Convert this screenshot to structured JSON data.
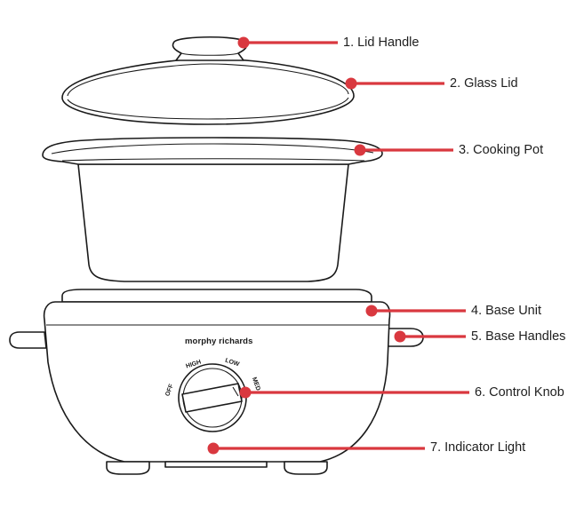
{
  "diagram": {
    "brand": "morphy richards",
    "dial": {
      "off": "OFF",
      "high": "HIGH",
      "low": "LOW",
      "med": "MED"
    },
    "parts": [
      {
        "number": 1,
        "label": "1. Lid Handle"
      },
      {
        "number": 2,
        "label": "2. Glass Lid"
      },
      {
        "number": 3,
        "label": "3. Cooking Pot"
      },
      {
        "number": 4,
        "label": "4. Base Unit"
      },
      {
        "number": 5,
        "label": "5. Base Handles"
      },
      {
        "number": 6,
        "label": "6. Control Knob"
      },
      {
        "number": 7,
        "label": "7. Indicator Light"
      }
    ],
    "accent_color": "#d9383f",
    "line_color": "#1a1a1a"
  }
}
